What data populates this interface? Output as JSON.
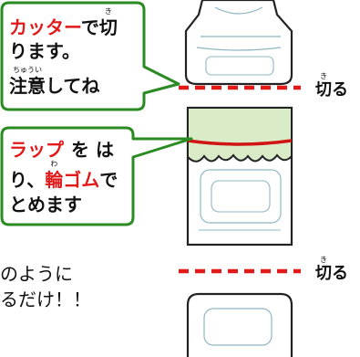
{
  "callout_top": {
    "line1_red": "カッター",
    "line1_rest": "で",
    "line1_kanji": "切",
    "line1_kanji_ruby": "き",
    "line2": "ります。",
    "line3_kanji": "注意",
    "line3_kanji_ruby": "ちゅうい",
    "line3_rest": "してね"
  },
  "callout_bottom": {
    "line1_red": "ラップ",
    "line1_rest": "を は",
    "line2_start": "り、",
    "line2_kanji_red": "輪",
    "line2_kanji_ruby": "わ",
    "line2_red": "ゴム",
    "line2_end": "で",
    "line3": "とめます"
  },
  "cut_labels": [
    {
      "kanji": "切",
      "ruby": "き",
      "kana": "る"
    },
    {
      "kanji": "切",
      "ruby": "き",
      "kana": "る"
    }
  ],
  "body_lines": [
    "のように",
    "るだけ！！"
  ],
  "colors": {
    "callout_border": "#2a8b22",
    "callout_fill": "#ffffff",
    "cut_line": "#e21919",
    "wrap_fill": "#d9ecc7",
    "rubber_band": "#d01414",
    "bottle_stroke": "#222222",
    "bottle_detail": "#8fb7c4"
  }
}
